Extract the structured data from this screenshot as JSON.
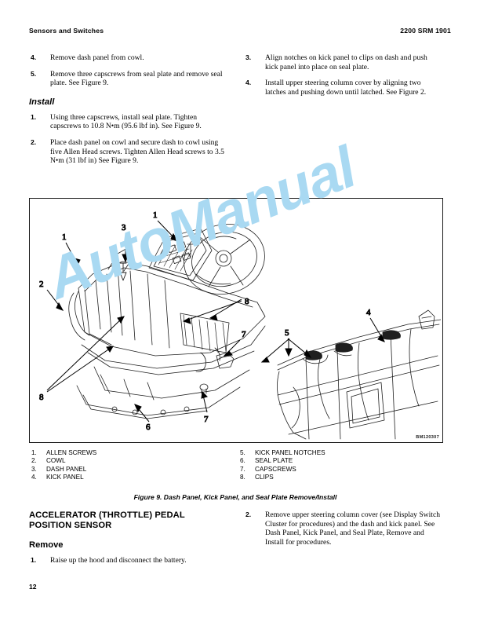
{
  "header": {
    "left": "Sensors and Switches",
    "right": "2200 SRM 1901"
  },
  "left_column_top": {
    "steps": [
      {
        "num": "4.",
        "text": "Remove dash panel from cowl."
      },
      {
        "num": "5.",
        "text": "Remove three capscrews from seal plate and remove seal plate. See Figure 9."
      }
    ],
    "install_heading": "Install",
    "install_steps": [
      {
        "num": "1.",
        "text": "Using three capscrews, install seal plate. Tighten capscrews to 10.8 N•m (95.6 lbf in). See Figure 9."
      },
      {
        "num": "2.",
        "text": "Place dash panel on cowl and secure dash to cowl using five Allen Head screws. Tighten Allen Head screws to 3.5 N•m (31 lbf in) See Figure 9."
      }
    ]
  },
  "right_column_top": {
    "steps": [
      {
        "num": "3.",
        "text": "Align notches on kick panel to clips on dash and push kick panel into place on seal plate."
      },
      {
        "num": "4.",
        "text": "Install upper steering column cover by aligning two latches and pushing down until latched. See Figure 2."
      }
    ]
  },
  "figure": {
    "id_label": "BM120307",
    "watermark": "AutoManual",
    "caption": "Figure 9. Dash Panel, Kick Panel, and Seal Plate Remove/Install",
    "legend_left": [
      {
        "num": "1.",
        "label": "ALLEN SCREWS"
      },
      {
        "num": "2.",
        "label": "COWL"
      },
      {
        "num": "3.",
        "label": "DASH PANEL"
      },
      {
        "num": "4.",
        "label": "KICK PANEL"
      }
    ],
    "legend_right": [
      {
        "num": "5.",
        "label": "KICK PANEL NOTCHES"
      },
      {
        "num": "6.",
        "label": "SEAL PLATE"
      },
      {
        "num": "7.",
        "label": "CAPSCREWS"
      },
      {
        "num": "8.",
        "label": "CLIPS"
      }
    ],
    "callouts": {
      "c1a": "1",
      "c1b": "1",
      "c2": "2",
      "c3": "3",
      "c4": "4",
      "c5": "5",
      "c6": "6",
      "c7a": "7",
      "c7b": "7",
      "c8a": "8",
      "c8b": "8"
    },
    "colors": {
      "line": "#1a1a1a",
      "watermark": "#a9d9f2"
    }
  },
  "bottom": {
    "section_heading": "ACCELERATOR (THROTTLE) PEDAL POSITION SENSOR",
    "sub_heading": "Remove",
    "left_steps": [
      {
        "num": "1.",
        "text": "Raise up the hood and disconnect the battery."
      }
    ],
    "right_steps": [
      {
        "num": "2.",
        "text": "Remove upper steering column cover (see Display Switch Cluster for procedures) and the dash and kick panel. See Dash Panel, Kick Panel, and Seal Plate, Remove and Install for procedures."
      }
    ]
  },
  "folio": "12"
}
